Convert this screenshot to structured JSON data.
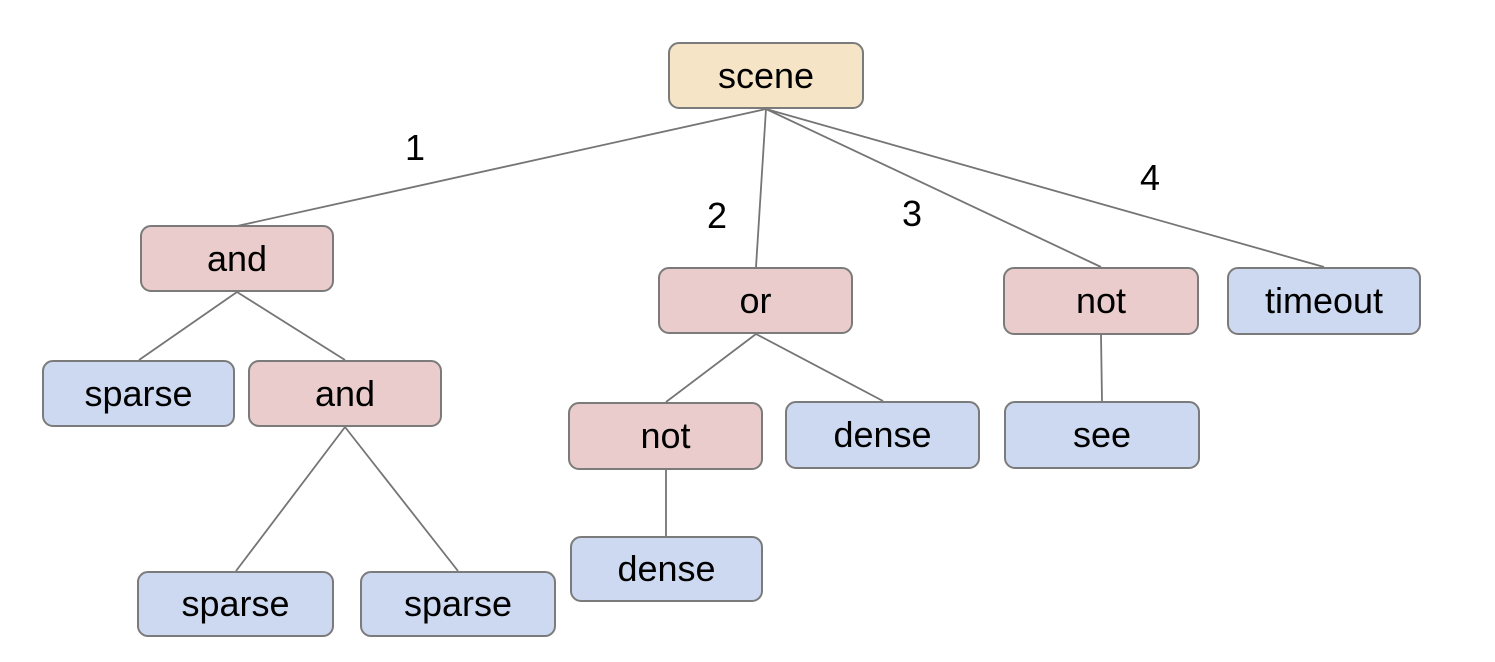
{
  "diagram": {
    "type": "tree",
    "background": "#ffffff",
    "colors": {
      "background": "#ffffff",
      "root_fill": "#f5e4c5",
      "operator_fill": "#e9cccb",
      "leaf_fill": "#cdd9f0",
      "node_border": "#7b7b7b",
      "edge_line": "#757575",
      "text": "#000000"
    },
    "nodes": [
      {
        "id": "scene",
        "label": "scene",
        "type": "root"
      },
      {
        "id": "and-1",
        "label": "and",
        "type": "operator"
      },
      {
        "id": "or",
        "label": "or",
        "type": "operator"
      },
      {
        "id": "not-1",
        "label": "not",
        "type": "operator"
      },
      {
        "id": "timeout",
        "label": "timeout",
        "type": "leaf"
      },
      {
        "id": "sparse-1",
        "label": "sparse",
        "type": "leaf"
      },
      {
        "id": "and-2",
        "label": "and",
        "type": "operator"
      },
      {
        "id": "not-2",
        "label": "not",
        "type": "operator"
      },
      {
        "id": "dense-1",
        "label": "dense",
        "type": "leaf"
      },
      {
        "id": "see",
        "label": "see",
        "type": "leaf"
      },
      {
        "id": "sparse-2",
        "label": "sparse",
        "type": "leaf"
      },
      {
        "id": "sparse-3",
        "label": "sparse",
        "type": "leaf"
      },
      {
        "id": "dense-2",
        "label": "dense",
        "type": "leaf"
      }
    ],
    "edges": [
      {
        "from": "scene",
        "to": "and-1",
        "label": "1"
      },
      {
        "from": "scene",
        "to": "or",
        "label": "2"
      },
      {
        "from": "scene",
        "to": "not-1",
        "label": "3"
      },
      {
        "from": "scene",
        "to": "timeout",
        "label": "4"
      },
      {
        "from": "and-1",
        "to": "sparse-1",
        "label": ""
      },
      {
        "from": "and-1",
        "to": "and-2",
        "label": ""
      },
      {
        "from": "and-2",
        "to": "sparse-2",
        "label": ""
      },
      {
        "from": "and-2",
        "to": "sparse-3",
        "label": ""
      },
      {
        "from": "or",
        "to": "not-2",
        "label": ""
      },
      {
        "from": "or",
        "to": "dense-1",
        "label": ""
      },
      {
        "from": "not-2",
        "to": "dense-2",
        "label": ""
      },
      {
        "from": "not-1",
        "to": "see",
        "label": ""
      }
    ]
  }
}
